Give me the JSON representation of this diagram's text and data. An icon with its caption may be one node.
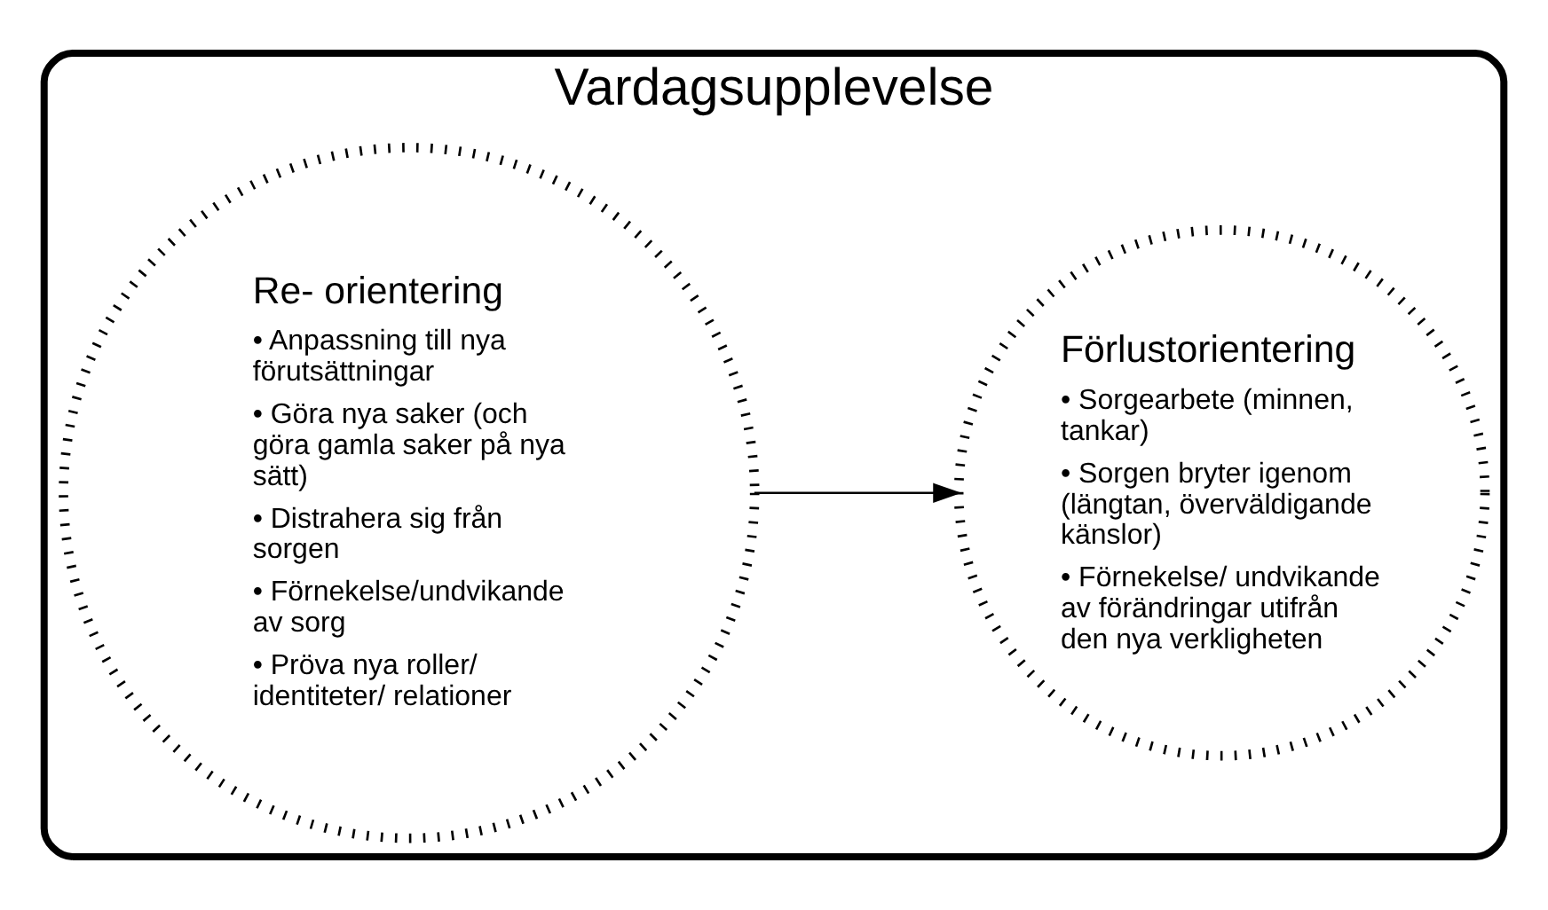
{
  "diagram": {
    "nodes": [
      {
        "text": [
          "Vardagsupplevelse"
        ]
      },
      {
        "text": [
          "Förlustorientering",
          "• Sorgearbete (minnen, tankar)",
          "• Sorgen bryter igenom (längtan, överväldigande känslor)",
          "• Förnekelse/ undvikande av förändringar utifrån den nya verkligheten"
        ],
        "in": 0
      },
      {
        "text": [
          "Re- orientering",
          "• Anpassning till nya förutsättningar",
          "• Göra nya saker (och göra gamla saker på nya sätt)",
          "• Distrahera sig från sorgen",
          "• Förnekelse/undvikande av sorg",
          "• Pröva nya roller/ identiteter/ relationer"
        ],
        "in": 0
      }
    ],
    "edges": [
      {
        "from": 2,
        "to": 1,
        "arrow": "to"
      }
    ]
  }
}
